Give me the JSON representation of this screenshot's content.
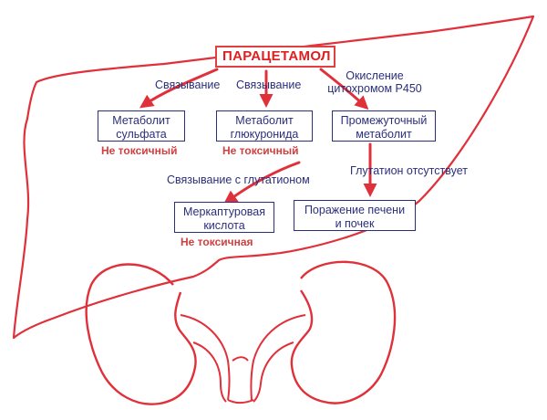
{
  "colors": {
    "outline": "#e0303a",
    "text": "#2b2f7a",
    "accent": "#e02020",
    "warning": "#d04040"
  },
  "title": "ПАРАЦЕТАМОЛ",
  "edges": {
    "sulfation": "Связывание",
    "glucuronidation": "Связывание",
    "oxidation_line1": "Окисление",
    "oxidation_line2": "цитохромом P450",
    "glutathione_binding": "Связывание с глутатионом",
    "glutathione_absent": "Глутатион отсутствует"
  },
  "nodes": {
    "sulfate_line1": "Метаболит",
    "sulfate_line2": "сульфата",
    "glucuronide_line1": "Метаболит",
    "glucuronide_line2": "глюкуронида",
    "intermediate_line1": "Промежуточный",
    "intermediate_line2": "метаболит",
    "mercapturic_line1": "Меркаптуровая",
    "mercapturic_line2": "кислота",
    "damage_line1": "Поражение печени",
    "damage_line2": "и почек"
  },
  "labels": {
    "sulfate_tox": "Не токсичный",
    "glucuronide_tox": "Не токсичный",
    "mercapturic_tox": "Не токсичная"
  }
}
